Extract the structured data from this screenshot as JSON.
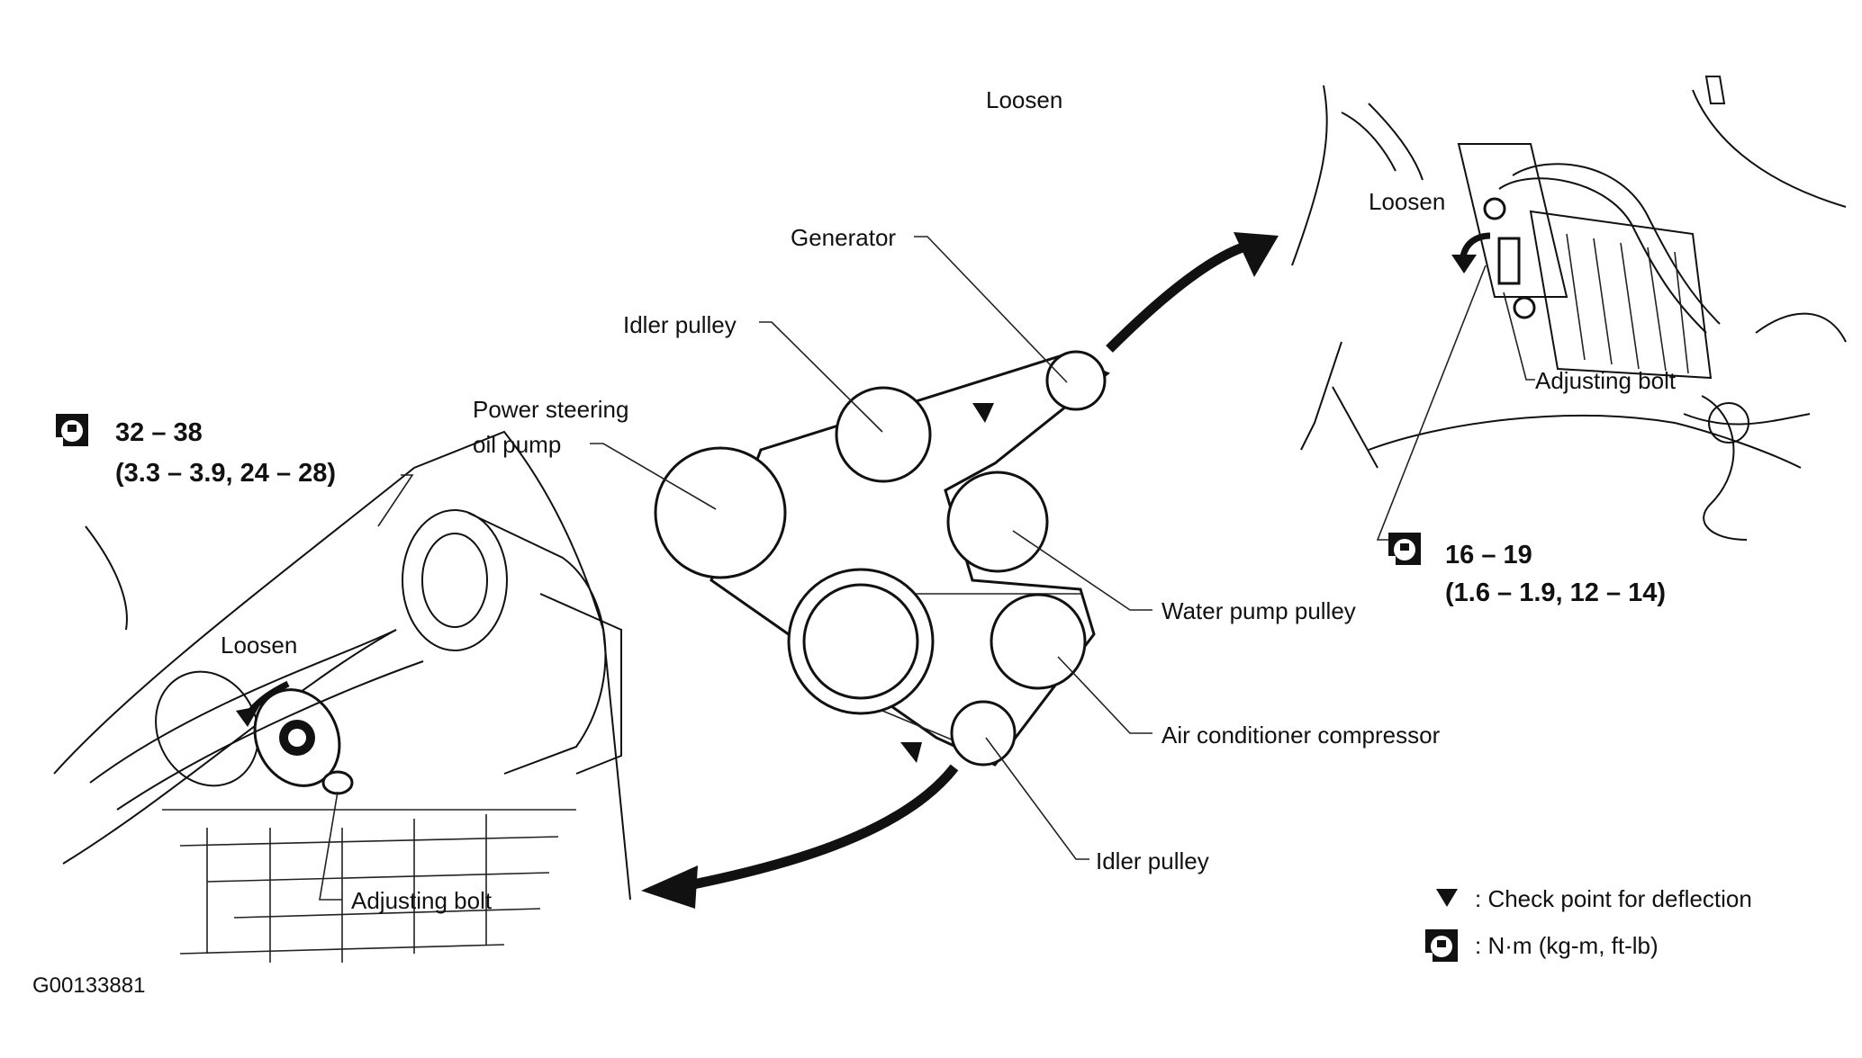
{
  "labels": {
    "top_loosen": "Loosen",
    "generator": "Generator",
    "idler_pulley_top": "Idler pulley",
    "power_steering_line1": "Power steering",
    "power_steering_line2": "oil pump",
    "water_pump": "Water pump pulley",
    "ac_compressor": "Air conditioner compressor",
    "idler_pulley_bottom": "Idler pulley",
    "left_loosen": "Loosen",
    "left_adjusting_bolt": "Adjusting bolt",
    "right_loosen": "Loosen",
    "right_adjusting_bolt": "Adjusting bolt",
    "diagram_code": "G00133881"
  },
  "torque": {
    "left_line1": "32 – 38",
    "left_line2": "(3.3 – 3.9, 24 – 28)",
    "right_line1": "16 – 19",
    "right_line2": "(1.6 – 1.9, 12 – 14)"
  },
  "legend": {
    "deflection": ": Check point for deflection",
    "units": ": N·m (kg-m, ft-lb)"
  },
  "icons": [
    "torque-wrench-icon",
    "deflection-triangle-icon",
    "loosen-arrow-icon"
  ]
}
